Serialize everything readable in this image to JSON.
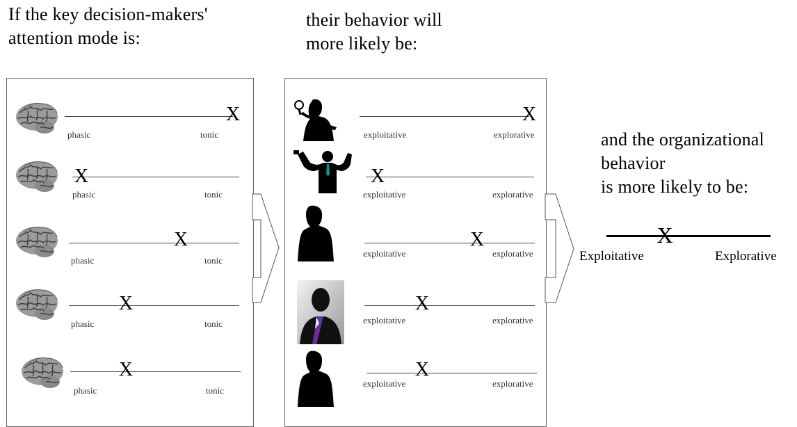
{
  "headings": {
    "left": "If the key decision-makers'\nattention mode is:",
    "middle": "their behavior will\nmore likely be:",
    "right": "and the organizational\nbehavior\nis more likely to be:"
  },
  "attention_rows": [
    {
      "left_label": "phasic",
      "right_label": "tonic",
      "mark": "X",
      "position": 1.0
    },
    {
      "left_label": "phasic",
      "right_label": "tonic",
      "mark": "X",
      "position": 0.04
    },
    {
      "left_label": "phasic",
      "right_label": "tonic",
      "mark": "X",
      "position": 0.66
    },
    {
      "left_label": "phasic",
      "right_label": "tonic",
      "mark": "X",
      "position": 0.34
    },
    {
      "left_label": "phasic",
      "right_label": "tonic",
      "mark": "X",
      "position": 0.33
    }
  ],
  "behavior_rows": [
    {
      "left_label": "exploitative",
      "right_label": "explorative",
      "mark": "X",
      "position": 0.98,
      "icon": "woman-with-magnifier-icon"
    },
    {
      "left_label": "exploitative",
      "right_label": "explorative",
      "mark": "X",
      "position": 0.08,
      "icon": "flexing-businessman-icon"
    },
    {
      "left_label": "exploitative",
      "right_label": "explorative",
      "mark": "X",
      "position": 0.66,
      "icon": "woman-silhouette-icon"
    },
    {
      "left_label": "exploitative",
      "right_label": "explorative",
      "mark": "X",
      "position": 0.33,
      "icon": "businessman-silhouette-icon"
    },
    {
      "left_label": "exploitative",
      "right_label": "explorative",
      "mark": "X",
      "position": 0.33,
      "icon": "woman-silhouette-icon"
    }
  ],
  "organization_scale": {
    "left_label": "Exploitative",
    "right_label": "Explorative",
    "mark": "X",
    "position": 0.36
  }
}
